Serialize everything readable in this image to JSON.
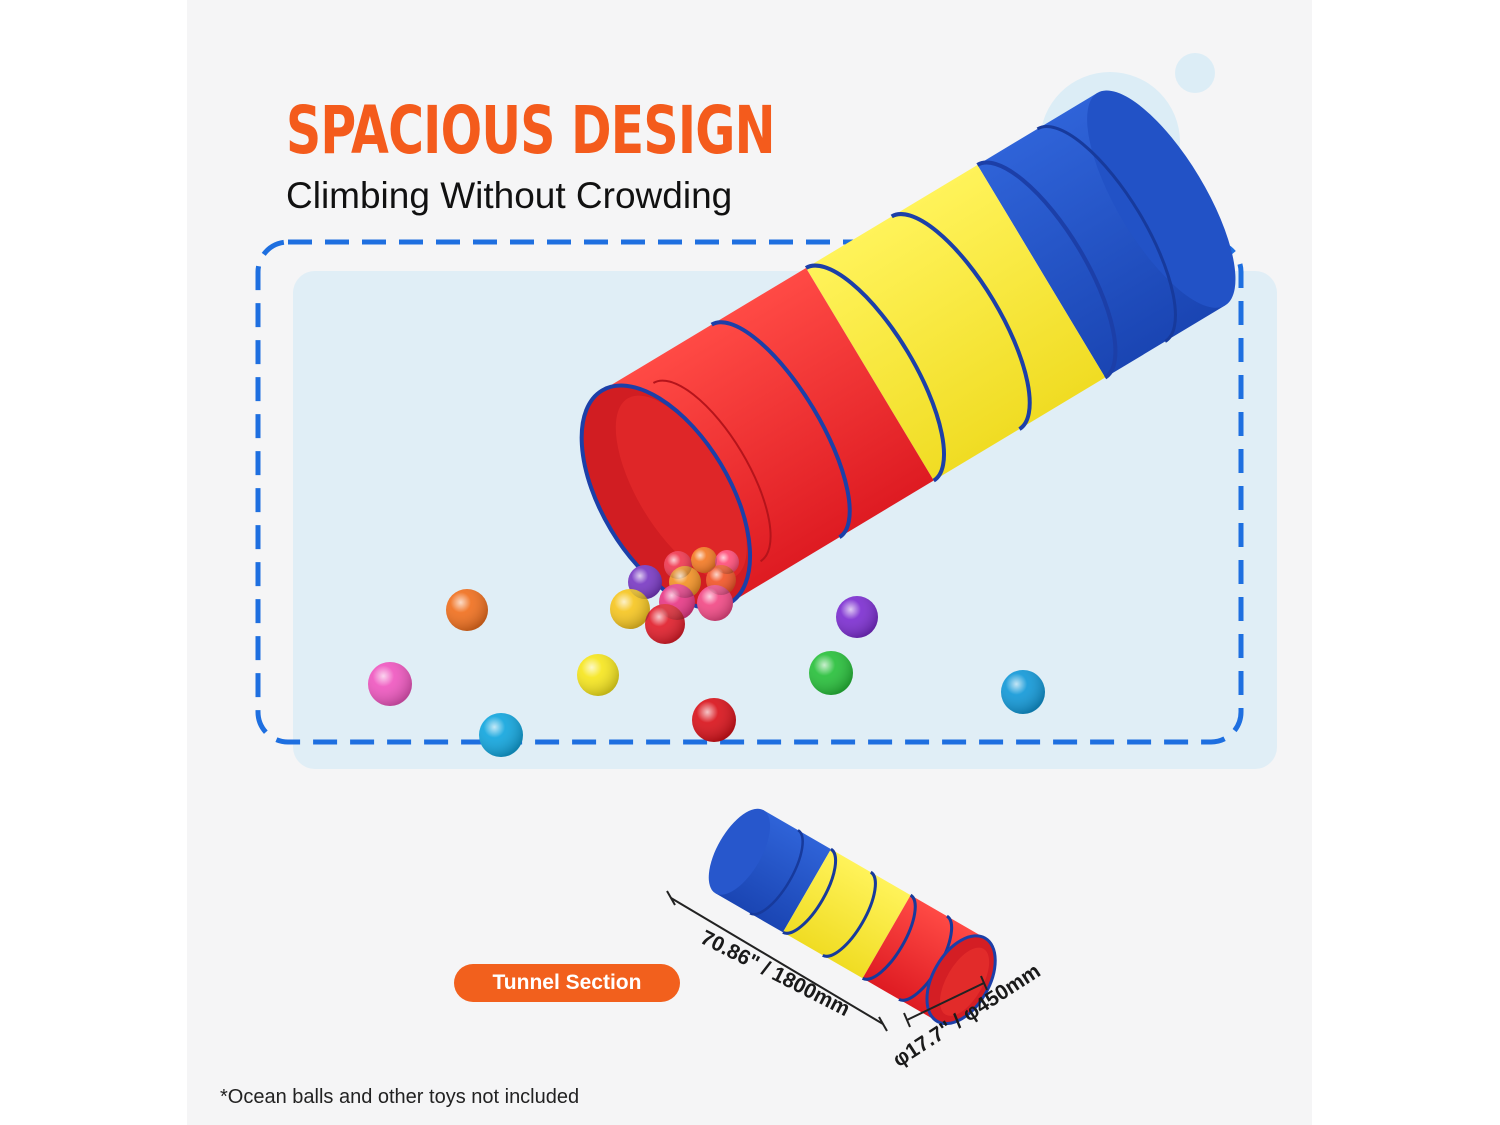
{
  "header": {
    "title": "SPACIOUS DESIGN",
    "subtitle": "Climbing Without Crowding"
  },
  "section": {
    "label": "Tunnel Section"
  },
  "dimensions": {
    "length": "70.86\" / 1800mm",
    "diameter": "φ17.7\" / φ450mm"
  },
  "footnote": "*Ocean balls and other toys not included",
  "colors": {
    "accent_orange": "#f45b1c",
    "dash_blue": "#1e6fe0",
    "mat_blue": "#e0eef6",
    "tunnel_red": "#ee2a2a",
    "tunnel_yellow": "#f8ec3c",
    "tunnel_blue": "#1f4fc6"
  }
}
